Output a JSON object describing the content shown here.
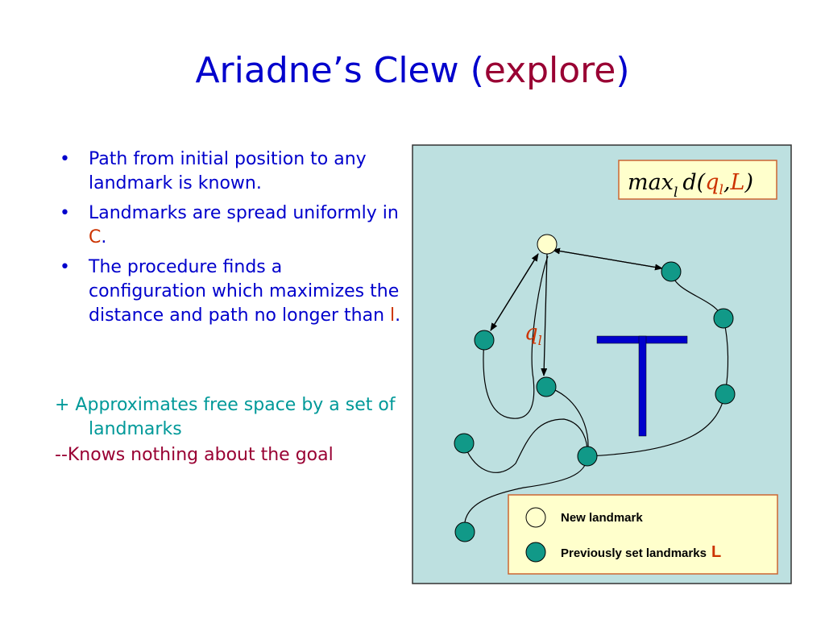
{
  "title": {
    "main": "Ariadne’s Clew (",
    "highlight": "explore",
    "close": ")"
  },
  "bullets": [
    {
      "text": "Path from initial position to any landmark is known."
    },
    {
      "text_pre": "Landmarks are spread uniformly in ",
      "red": "C",
      "text_post": "."
    },
    {
      "text_pre": "The procedure finds a configuration which maximizes the distance and path no longer than ",
      "red": "l",
      "text_post": "."
    }
  ],
  "bullet_glyph": "•",
  "notes": {
    "plus": "+ Approximates free space by a set of landmarks",
    "minus": "--Knows nothing about the goal"
  },
  "diagram": {
    "formula": {
      "max": "max",
      "sub": "l",
      "d": "d(",
      "q": "q",
      "qsub": "l",
      "comma": ",",
      "L": "L",
      "close": ")"
    },
    "ql_label": {
      "q": "q",
      "sub": "l"
    },
    "legend": {
      "new_label": "New landmark",
      "prev_label": "Previously set landmarks",
      "prev_suffix": "L"
    },
    "colors": {
      "background": "#bde0e0",
      "landmark": "#119988",
      "new_landmark": "#ffffcc",
      "box_fill": "#ffffcc",
      "box_border": "#cc6633",
      "obstacle": "#0000cc",
      "text_blue": "#0000cc",
      "text_red": "#cc3300",
      "title_highlight": "#990033"
    }
  }
}
